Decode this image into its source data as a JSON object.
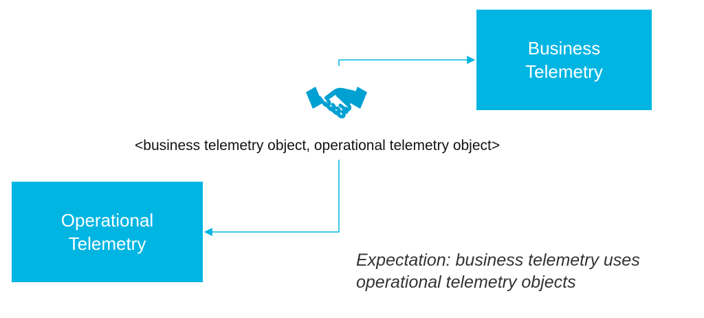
{
  "colors": {
    "box_fill": "#00b5e2",
    "box_text": "#ffffff",
    "connector": "#00b5e2",
    "icon": "#00a0d2"
  },
  "business_box": {
    "line1": "Business",
    "line2": "Telemetry"
  },
  "operational_box": {
    "line1": "Operational",
    "line2": "Telemetry"
  },
  "center_icon": "handshake-icon",
  "tuple_label": "<business telemetry object, operational telemetry object>",
  "expectation": {
    "line1": "Expectation: business telemetry uses",
    "line2": "operational telemetry objects"
  }
}
